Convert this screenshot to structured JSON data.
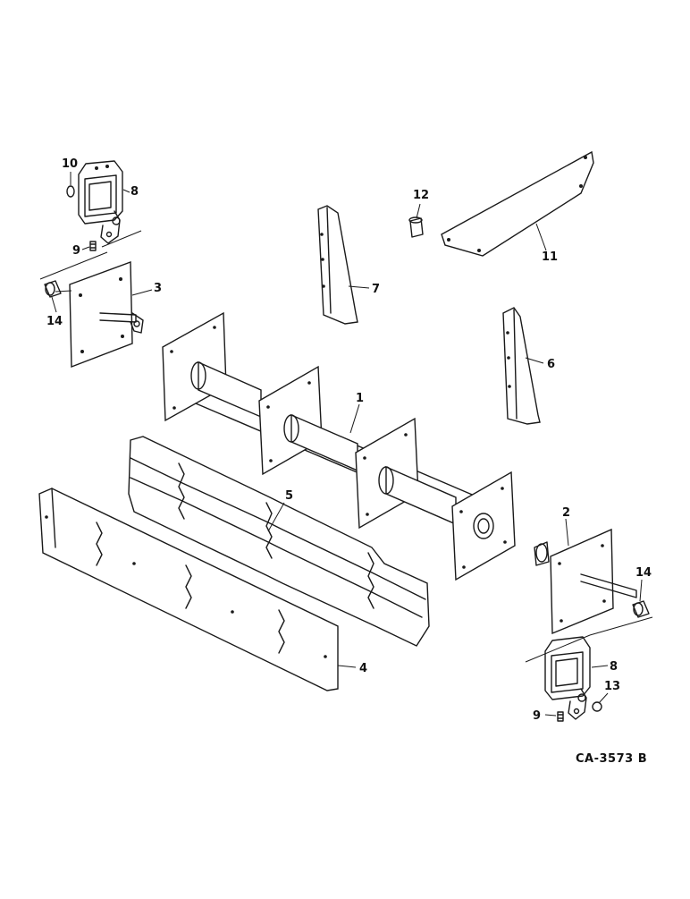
{
  "diagram": {
    "drawing_code": "CA-3573 B",
    "callouts": {
      "c1": "1",
      "c2": "2",
      "c3": "3",
      "c4": "4",
      "c5": "5",
      "c6": "6",
      "c7": "7",
      "c8_top": "8",
      "c8_bottom": "8",
      "c9_top": "9",
      "c9_bottom": "9",
      "c10": "10",
      "c11": "11",
      "c12": "12",
      "c13": "13",
      "c14_left": "14",
      "c14_right": "14"
    }
  }
}
